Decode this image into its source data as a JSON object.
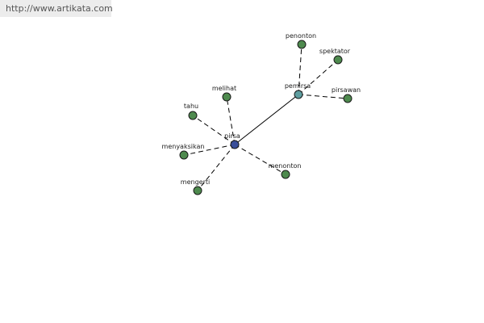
{
  "watermark": {
    "url": "http://www.artikata.com"
  },
  "colors": {
    "root": "#3a4f9a",
    "hub": "#5f9ea0",
    "leaf": "#4e8a4e"
  },
  "graph": {
    "nodes": [
      {
        "id": "pirsa",
        "label": "pirsa",
        "kind": "root"
      },
      {
        "id": "pemirsa",
        "label": "pemirsa",
        "kind": "hub"
      },
      {
        "id": "penonton",
        "label": "penonton",
        "kind": "leaf"
      },
      {
        "id": "spektator",
        "label": "spektator",
        "kind": "leaf"
      },
      {
        "id": "pirsawan",
        "label": "pirsawan",
        "kind": "leaf"
      },
      {
        "id": "melihat",
        "label": "melihat",
        "kind": "leaf"
      },
      {
        "id": "tahu",
        "label": "tahu",
        "kind": "leaf"
      },
      {
        "id": "menyaksikan",
        "label": "menyaksikan",
        "kind": "leaf"
      },
      {
        "id": "mengerti",
        "label": "mengerti",
        "kind": "leaf"
      },
      {
        "id": "menonton",
        "label": "menonton",
        "kind": "leaf"
      }
    ],
    "edges": [
      {
        "from": "pirsa",
        "to": "pemirsa",
        "style": "solid"
      },
      {
        "from": "pemirsa",
        "to": "penonton",
        "style": "dashed"
      },
      {
        "from": "pemirsa",
        "to": "spektator",
        "style": "dashed"
      },
      {
        "from": "pemirsa",
        "to": "pirsawan",
        "style": "dashed"
      },
      {
        "from": "pirsa",
        "to": "melihat",
        "style": "dashed"
      },
      {
        "from": "pirsa",
        "to": "tahu",
        "style": "dashed"
      },
      {
        "from": "pirsa",
        "to": "menyaksikan",
        "style": "dashed"
      },
      {
        "from": "pirsa",
        "to": "mengerti",
        "style": "dashed"
      },
      {
        "from": "pirsa",
        "to": "menonton",
        "style": "dashed"
      }
    ]
  }
}
